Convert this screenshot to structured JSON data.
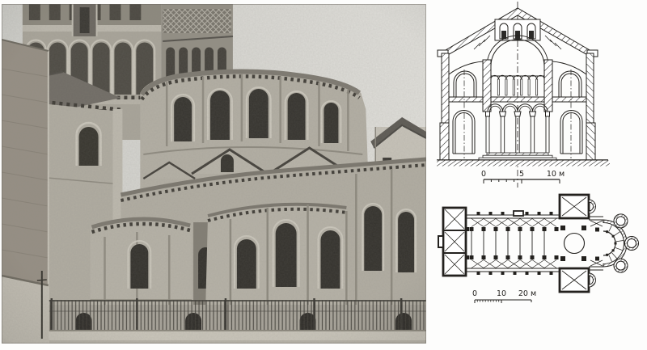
{
  "palette": {
    "paper": "#ffffff",
    "ink": "#23211e",
    "photo_sky": "#d8d7d2",
    "photo_stone_light": "#b6b2a7",
    "photo_stone_mid": "#a9a59a",
    "photo_shadow_dark": "#36342f"
  },
  "panels": {
    "photo": {
      "type": "photograph"
    },
    "section": {
      "type": "cross-section",
      "scale_bar": {
        "t0": "0",
        "t1": "5",
        "t2": "10 м"
      }
    },
    "plan": {
      "type": "floor-plan",
      "scale_bar": {
        "t0": "0",
        "t1": "10",
        "t2": "20 м"
      }
    }
  }
}
